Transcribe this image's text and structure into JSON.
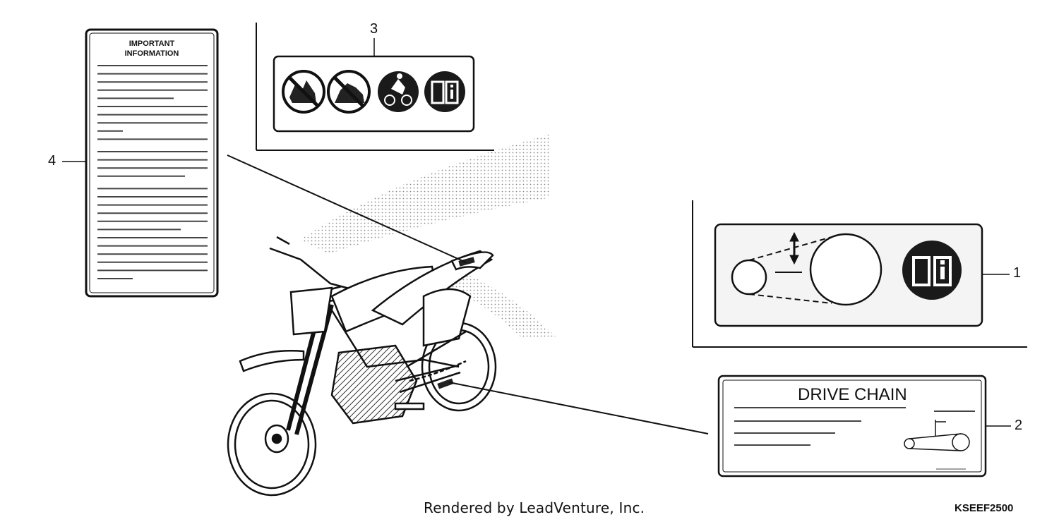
{
  "labels": {
    "important_information": {
      "line1": "IMPORTANT",
      "line2": "INFORMATION"
    },
    "drive_chain": {
      "title": "DRIVE CHAIN"
    }
  },
  "callouts": {
    "one": "1",
    "two": "2",
    "three": "3",
    "four": "4"
  },
  "footer": {
    "credit": "Rendered by LeadVenture, Inc.",
    "part_code": "KSEEF2500"
  },
  "icons": {
    "safety_label": [
      "no-passenger-icon",
      "no-road-use-icon",
      "age-restriction-icon",
      "read-manual-icon"
    ],
    "chain_label": [
      "chain-slack-diagram-icon",
      "read-manual-icon"
    ]
  },
  "colors": {
    "ink": "#111111",
    "paper": "#ffffff",
    "panel_fill": "#f4f4f4",
    "icon_fill": "#1a1a1a"
  }
}
